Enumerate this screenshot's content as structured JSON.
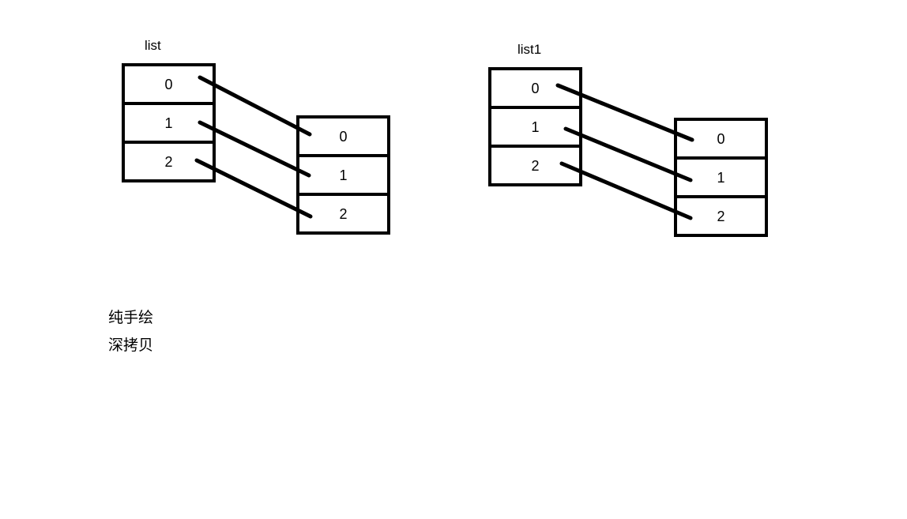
{
  "page": {
    "background_color": "#ffffff",
    "ink_color": "#000000"
  },
  "diagrams": [
    {
      "label": "list",
      "source": {
        "cells": [
          "0",
          "1",
          "2"
        ]
      },
      "target": {
        "cells": [
          "0",
          "1",
          "2"
        ]
      },
      "connections": [
        {
          "from": "0",
          "to": "0"
        },
        {
          "from": "1",
          "to": "1"
        },
        {
          "from": "2",
          "to": "2"
        }
      ]
    },
    {
      "label": "list1",
      "source": {
        "cells": [
          "0",
          "1",
          "2"
        ]
      },
      "target": {
        "cells": [
          "0",
          "1",
          "2"
        ]
      },
      "connections": [
        {
          "from": "0",
          "to": "0"
        },
        {
          "from": "1",
          "to": "1"
        },
        {
          "from": "2",
          "to": "2"
        }
      ]
    }
  ],
  "captions": [
    {
      "text": "纯手绘"
    },
    {
      "text": "深拷贝"
    }
  ]
}
